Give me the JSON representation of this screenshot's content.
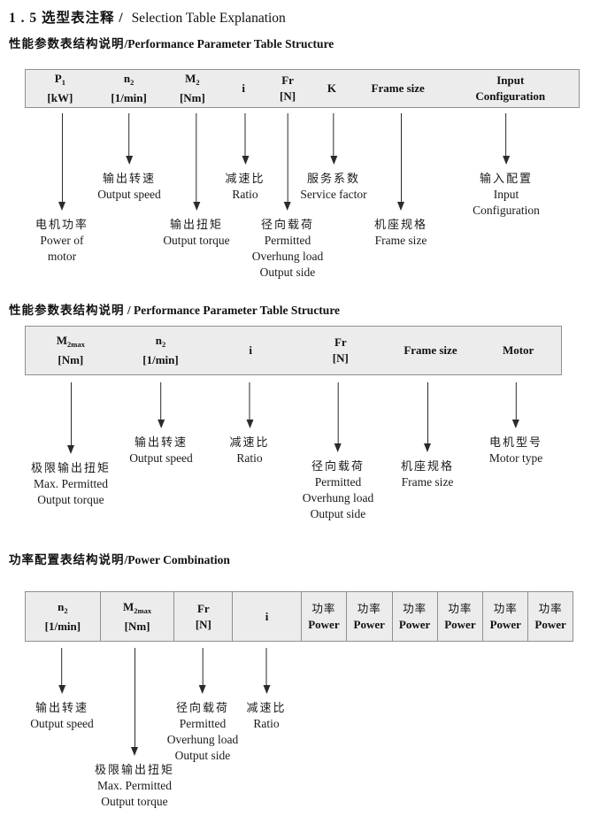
{
  "title": {
    "zh": "1 . 5 选型表注释 /",
    "en": "Selection Table Explanation"
  },
  "s1": {
    "heading_zh": "性能参数表结构说明",
    "heading_en": "/Performance Parameter Table Structure",
    "cols": [
      {
        "l1": "P",
        "sub": "1",
        "l2": "[kW]"
      },
      {
        "l1": "n",
        "sub": "2",
        "l2": "[1/min]"
      },
      {
        "l1": "M",
        "sub": "2",
        "l2": "[Nm]"
      },
      {
        "l1": "i"
      },
      {
        "l1": "Fr",
        "l2": "[N]"
      },
      {
        "l1": "K"
      },
      {
        "l1": "Frame size"
      },
      {
        "l1": "Input",
        "l2": "Configuration"
      }
    ],
    "arrows": [
      {
        "zh": "电机功率",
        "en1": "Power of",
        "en2": "motor"
      },
      {
        "zh": "输出转速",
        "en1": "Output speed"
      },
      {
        "zh": "输出扭矩",
        "en1": "Output torque"
      },
      {
        "zh": "减速比",
        "en1": "Ratio"
      },
      {
        "zh": "径向载荷",
        "en1": "Permitted",
        "en2": "Overhung load",
        "en3": "Output side"
      },
      {
        "zh": "服务系数",
        "en1": "Service factor"
      },
      {
        "zh": "机座规格",
        "en1": "Frame size"
      },
      {
        "zh": "输入配置",
        "en1": "Input",
        "en2": "Configuration"
      }
    ]
  },
  "s2": {
    "heading_zh": "性能参数表结构说明",
    "heading_en": "/ Performance Parameter Table Structure",
    "cols": [
      {
        "l1": "M",
        "sub": "2max",
        "l2": "[Nm]"
      },
      {
        "l1": "n",
        "sub": "2",
        "l2": "[1/min]"
      },
      {
        "l1": "i"
      },
      {
        "l1": "Fr",
        "l2": "[N]"
      },
      {
        "l1": "Frame size"
      },
      {
        "l1": "Motor"
      }
    ],
    "arrows": [
      {
        "zh": "极限输出扭矩",
        "en1": "Max. Permitted",
        "en2": "Output torque"
      },
      {
        "zh": "输出转速",
        "en1": "Output speed"
      },
      {
        "zh": "减速比",
        "en1": "Ratio"
      },
      {
        "zh": "径向载荷",
        "en1": "Permitted",
        "en2": "Overhung load",
        "en3": "Output side"
      },
      {
        "zh": "机座规格",
        "en1": "Frame size"
      },
      {
        "zh": "电机型号",
        "en1": "Motor type"
      }
    ]
  },
  "s3": {
    "heading_zh": "功率配置表结构说明",
    "heading_en": "/Power Combination",
    "cols": [
      {
        "l1": "n",
        "sub": "2",
        "l2": "[1/min]"
      },
      {
        "l1": "M",
        "sub": "2max",
        "l2": "[Nm]"
      },
      {
        "l1": "Fr",
        "l2": "[N]"
      },
      {
        "l1": "i"
      },
      {
        "l1": "功率",
        "l2": "Power"
      },
      {
        "l1": "功率",
        "l2": "Power"
      },
      {
        "l1": "功率",
        "l2": "Power"
      },
      {
        "l1": "功率",
        "l2": "Power"
      },
      {
        "l1": "功率",
        "l2": "Power"
      },
      {
        "l1": "功率",
        "l2": "Power"
      }
    ],
    "arrows": [
      {
        "zh": "输出转速",
        "en1": "Output speed"
      },
      {
        "zh": "极限输出扭矩",
        "en1": "Max. Permitted",
        "en2": "Output torque"
      },
      {
        "zh": "径向载荷",
        "en1": "Permitted",
        "en2": "Overhung load",
        "en3": "Output side"
      },
      {
        "zh": "减速比",
        "en1": "Ratio"
      }
    ]
  }
}
